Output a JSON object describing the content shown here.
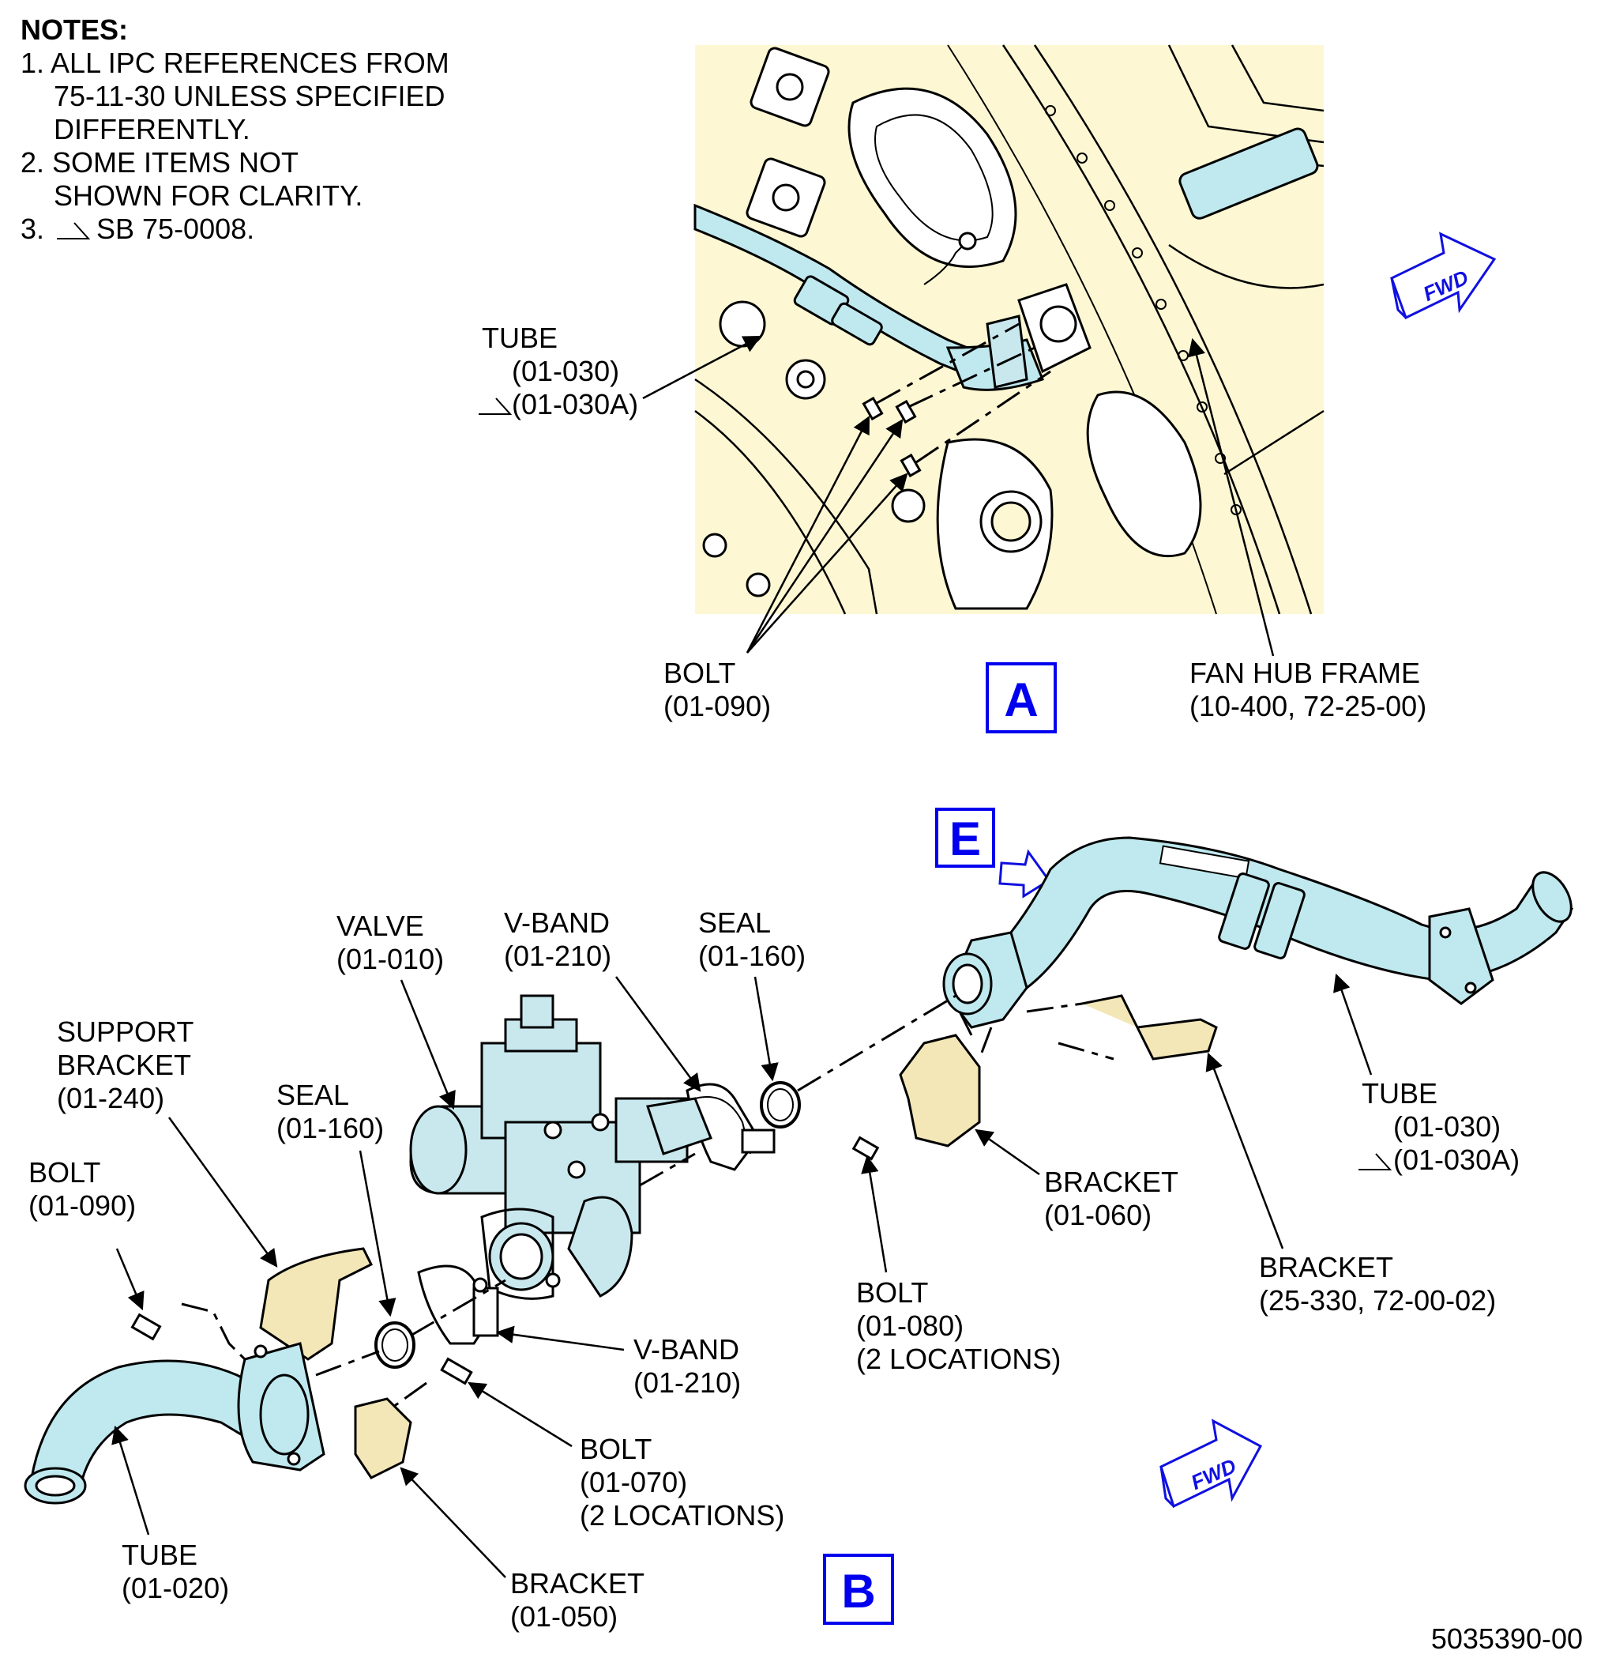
{
  "notes": {
    "title": "NOTES:",
    "items": [
      "1. ALL IPC REFERENCES FROM",
      "75-11-30 UNLESS SPECIFIED",
      "DIFFERENTLY.",
      "2. SOME ITEMS NOT",
      "SHOWN FOR CLARITY.",
      "3.",
      "SB 75-0008."
    ]
  },
  "view_a": {
    "label": "A",
    "tube": [
      "TUBE",
      "(01-030)",
      "(01-030A)"
    ],
    "bolt": [
      "BOLT",
      "(01-090)"
    ],
    "frame": [
      "FAN HUB FRAME",
      "(10-400, 72-25-00)"
    ],
    "fwd": "FWD"
  },
  "view_b": {
    "label": "B",
    "view_e": "E",
    "valve": [
      "VALVE",
      "(01-010)"
    ],
    "vband_top": [
      "V-BAND",
      "(01-210)"
    ],
    "seal_top": [
      "SEAL",
      "(01-160)"
    ],
    "support_bracket": [
      "SUPPORT",
      "BRACKET",
      "(01-240)"
    ],
    "seal_left": [
      "SEAL",
      "(01-160)"
    ],
    "bolt_left": [
      "BOLT",
      "(01-090)"
    ],
    "vband_low": [
      "V-BAND",
      "(01-210)"
    ],
    "bolt_070": [
      "BOLT",
      "(01-070)",
      "(2 LOCATIONS)"
    ],
    "tube_020": [
      "TUBE",
      "(01-020)"
    ],
    "bracket_050": [
      "BRACKET",
      "(01-050)"
    ],
    "bracket_060": [
      "BRACKET",
      "(01-060)"
    ],
    "bolt_080": [
      "BOLT",
      "(01-080)",
      "(2 LOCATIONS)"
    ],
    "bracket_25": [
      "BRACKET",
      "(25-330, 72-00-02)"
    ],
    "tube_030": [
      "TUBE",
      "(01-030)",
      "(01-030A)"
    ],
    "fwd": "FWD"
  },
  "figure_id": "5035390-00",
  "colors": {
    "panel": "#fdf8d3",
    "tube": "#bfe9ef",
    "tan": "#f3e7b8",
    "callout": "#0000ee"
  }
}
